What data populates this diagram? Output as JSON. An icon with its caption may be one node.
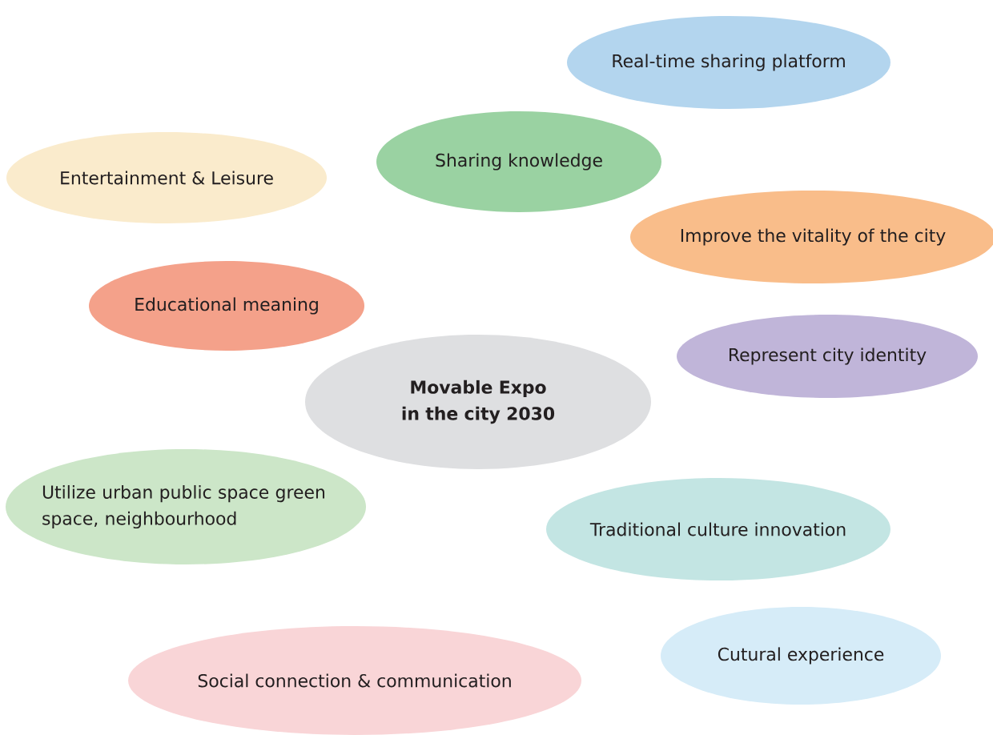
{
  "diagram": {
    "nodes": [
      {
        "text": [
          "Real-time sharing platform"
        ]
      },
      {
        "text": [
          "Sharing knowledge"
        ]
      },
      {
        "text": [
          "Entertainment & Leisure"
        ]
      },
      {
        "text": [
          "Improve the vitality of the city"
        ]
      },
      {
        "text": [
          "Educational meaning"
        ]
      },
      {
        "text": [
          "Represent city identity"
        ]
      },
      {
        "text": [
          "Movable Expo in the city 2030"
        ]
      },
      {
        "text": [
          "Utilize urban public space green space, neighbourhood"
        ]
      },
      {
        "text": [
          "Traditional culture innovation"
        ]
      },
      {
        "text": [
          "Cutural experience"
        ]
      },
      {
        "text": [
          "Social connection & communication"
        ]
      }
    ]
  }
}
